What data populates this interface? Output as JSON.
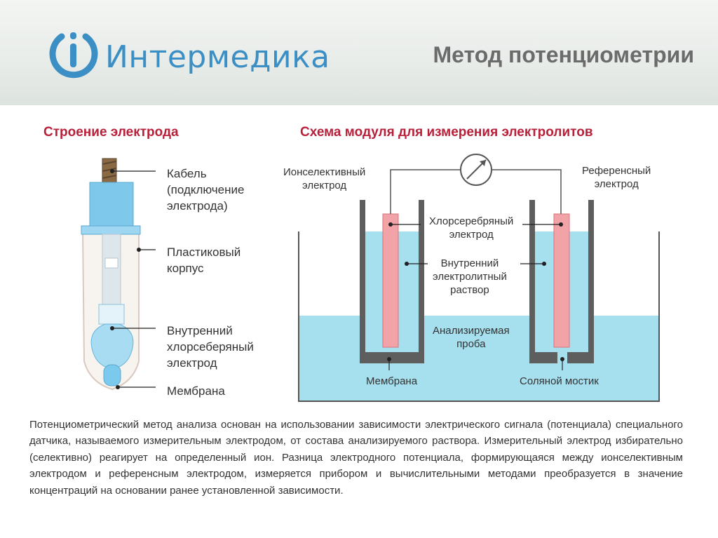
{
  "header": {
    "brand": "Интермедика",
    "title": "Метод потенциометрии",
    "logo_color": "#3c8fc4"
  },
  "electrode": {
    "title": "Строение электрода",
    "labels": {
      "cable": [
        "Кабель",
        "(подключение",
        "электрода)"
      ],
      "body": [
        "Пластиковый",
        "корпус"
      ],
      "inner": [
        "Внутренний",
        "хлорсеберяный",
        "электрод"
      ],
      "membrane": "Мембрана"
    }
  },
  "module": {
    "title": "Схема модуля для измерения электролитов",
    "labels": {
      "ion_selective": [
        "Ионселективный",
        "электрод"
      ],
      "reference": [
        "Референсный",
        "электрод"
      ],
      "silver_chloride": [
        "Хлорсеребряный",
        "электрод"
      ],
      "inner_solution": [
        "Внутренний",
        "электролитный",
        "раствор"
      ],
      "sample": [
        "Анализируемая",
        "проба"
      ],
      "membrane": "Мембрана",
      "salt_bridge": "Соляной мостик"
    }
  },
  "paragraph": "Потенциометрический метод анализа основан на использовании зависимости электрического сигнала (потенциала) специального датчика, называемого измерительным электродом, от состава анализируемого раствора. Измерительный электрод избирательно (селективно) реагирует на определенный ион. Разница электродного потенциала, формирующаяся между ионселективным электродом и референсным электродом, измеряется прибором и вычислительными методами преобразуется в значение концентраций на основании ранее установленной зависимости.",
  "colors": {
    "section_title": "#b8203a",
    "liquid": "#a6dfee",
    "electrode_rod": "#f2a3a8",
    "wall": "#5e5e5e"
  }
}
